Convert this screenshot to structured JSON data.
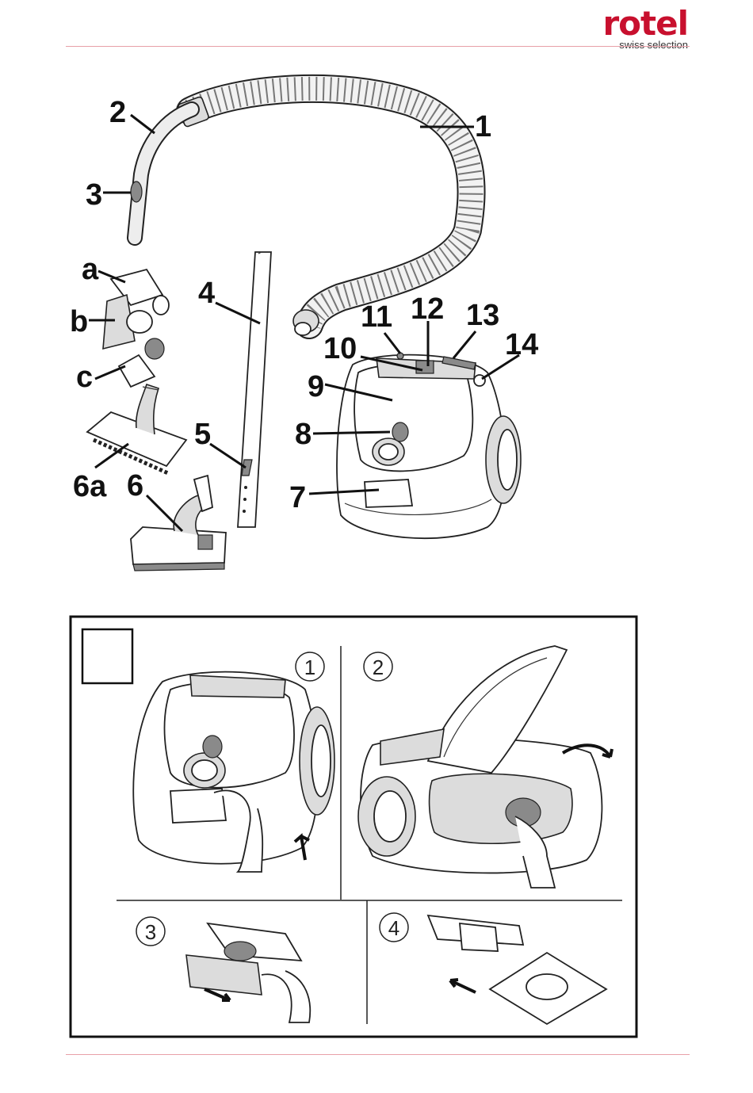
{
  "brand": {
    "name": "rotel",
    "tagline": "swiss selection",
    "color": "#c8102e"
  },
  "parts_diagram": {
    "callouts": [
      "1",
      "2",
      "3",
      "a",
      "b",
      "c",
      "4",
      "5",
      "6a",
      "6",
      "7",
      "8",
      "9",
      "10",
      "11",
      "12",
      "13",
      "14"
    ]
  },
  "procedure": {
    "steps": [
      "1",
      "2",
      "3",
      "4"
    ]
  }
}
